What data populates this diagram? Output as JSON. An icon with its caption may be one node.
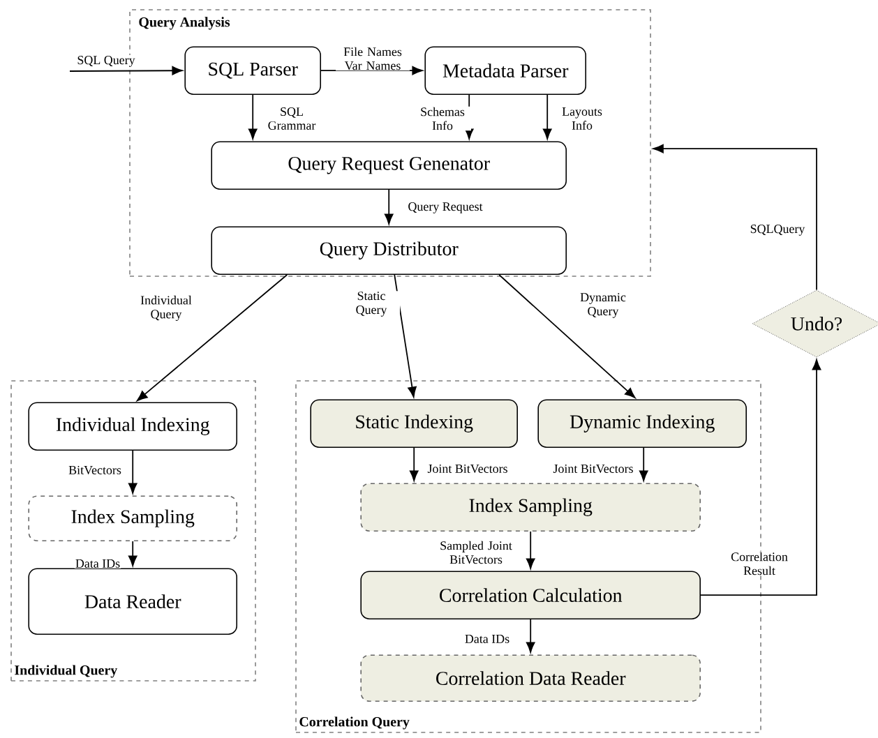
{
  "diagram": {
    "nodes": [
      {
        "text": [
          "Query Analysis"
        ]
      },
      {
        "text": [
          "SQL Parser"
        ],
        "in": 0
      },
      {
        "text": [
          "Metadata Parser"
        ],
        "in": 0
      },
      {
        "text": [
          "Query Request Genenator"
        ],
        "in": 0
      },
      {
        "text": [
          "Query Distributor"
        ],
        "in": 0
      },
      {
        "text": [
          "Individual Query"
        ]
      },
      {
        "text": [
          "Individual Indexing"
        ],
        "in": 5
      },
      {
        "text": [
          "Index Sampling"
        ],
        "in": 5
      },
      {
        "text": [
          "Data Reader"
        ],
        "in": 5
      },
      {
        "text": [
          "Correlation Query"
        ]
      },
      {
        "text": [
          "Static Indexing"
        ],
        "in": 9
      },
      {
        "text": [
          "Dynamic Indexing"
        ],
        "in": 9
      },
      {
        "text": [
          "Index Sampling"
        ],
        "in": 9
      },
      {
        "text": [
          "Correlation Calculation"
        ],
        "in": 9
      },
      {
        "text": [
          "Correlation Data Reader"
        ],
        "in": 9
      },
      {
        "text": [
          "Undo?"
        ]
      }
    ],
    "edges": [
      {
        "from": null,
        "to": 1,
        "arrow": "to",
        "label": "SQL Query"
      },
      {
        "from": 1,
        "to": 2,
        "arrow": "to",
        "label": "File Names Var Names"
      },
      {
        "from": 1,
        "to": 3,
        "arrow": "to",
        "label": "SQL Grammar"
      },
      {
        "from": 2,
        "to": 3,
        "arrow": "to",
        "label": "Schemas Info"
      },
      {
        "from": 2,
        "to": 3,
        "arrow": "to",
        "label": "Layouts Info"
      },
      {
        "from": 3,
        "to": 4,
        "arrow": "to",
        "label": "Query Request"
      },
      {
        "from": 4,
        "to": 6,
        "arrow": "to",
        "label": "Individual Query"
      },
      {
        "from": 4,
        "to": 10,
        "arrow": "to",
        "label": "Static Query"
      },
      {
        "from": 4,
        "to": 11,
        "arrow": "to",
        "label": "Dynamic Query"
      },
      {
        "from": 6,
        "to": 7,
        "arrow": "to",
        "label": "BitVectors"
      },
      {
        "from": 7,
        "to": 8,
        "arrow": "to",
        "label": "Data IDs"
      },
      {
        "from": 10,
        "to": 12,
        "arrow": "to",
        "label": "Joint BitVectors"
      },
      {
        "from": 11,
        "to": 12,
        "arrow": "to",
        "label": "Joint BitVectors"
      },
      {
        "from": 12,
        "to": 13,
        "arrow": "to",
        "label": "Sampled Joint BitVectors"
      },
      {
        "from": 13,
        "to": 14,
        "arrow": "to",
        "label": "Data IDs"
      },
      {
        "from": 13,
        "to": 15,
        "arrow": "to",
        "label": "Correlation Result"
      },
      {
        "from": 15,
        "to": 0,
        "arrow": "to",
        "label": "SQLQuery"
      }
    ]
  }
}
